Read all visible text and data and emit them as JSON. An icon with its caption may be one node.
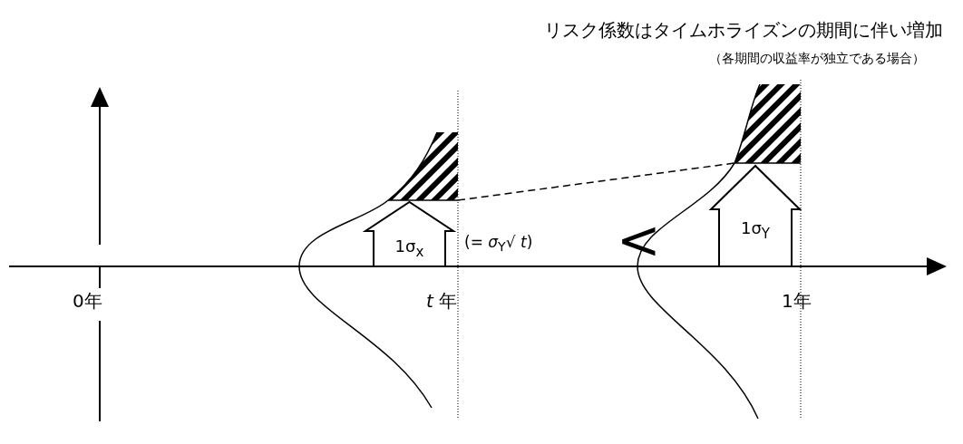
{
  "diagram": {
    "title": "リスク係数はタイムホライズンの期間に伴い増加",
    "nodes": [
      {
        "text": [
          "1σ$_{x}$"
        ]
      },
      {
        "text": [
          "1σ$_{Y}$"
        ]
      },
      {
        "text": [],
        "shape": "tail"
      },
      {
        "text": [],
        "shape": "tail"
      }
    ],
    "edges": [
      {
        "from": 2,
        "to": 3,
        "arrow": "none",
        "style": "dashed"
      }
    ],
    "labels": [
      "（各期間の収益率が独立である場合）",
      "(= *σ*$_{Y}$√ *t*)",
      "<",
      "0年",
      "*t* 年",
      "1年"
    ]
  }
}
